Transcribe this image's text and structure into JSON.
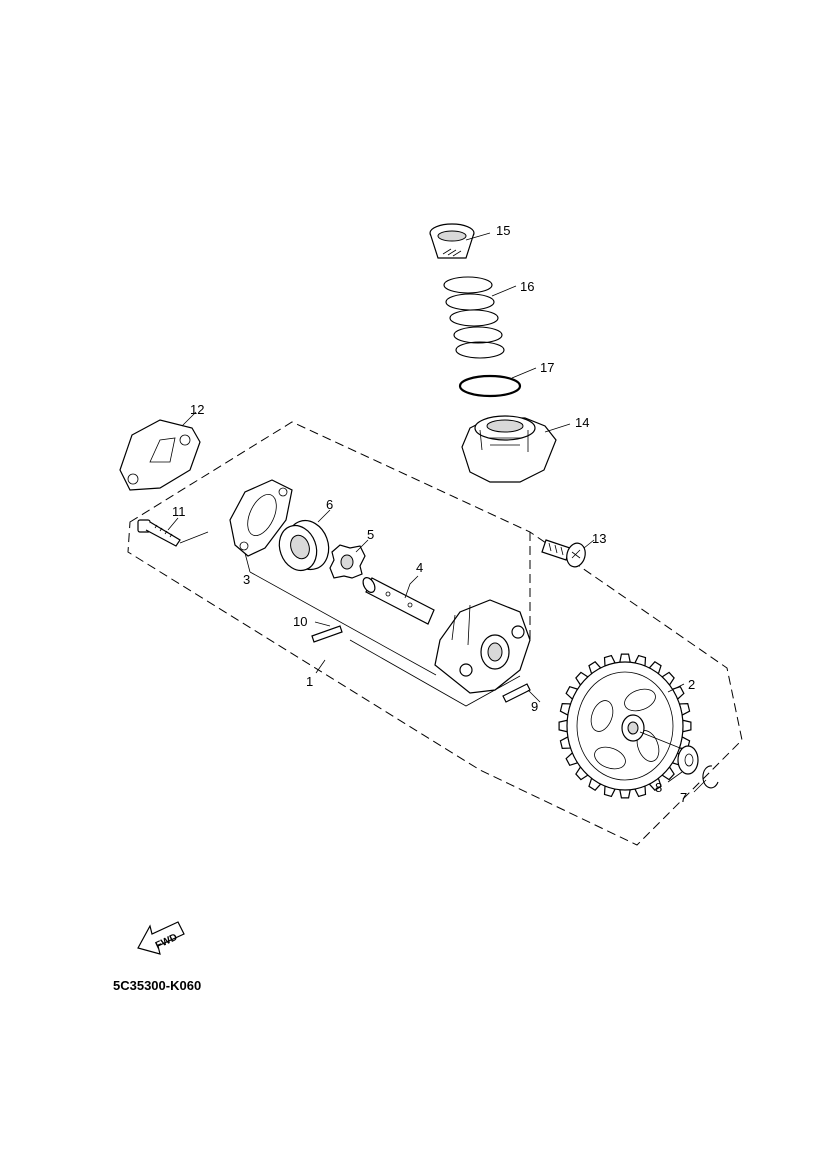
{
  "callouts": {
    "c1": "1",
    "c2": "2",
    "c3": "3",
    "c4": "4",
    "c5": "5",
    "c6": "6",
    "c7": "7",
    "c8": "8",
    "c9": "9",
    "c10": "10",
    "c11": "11",
    "c12": "12",
    "c13": "13",
    "c14": "14",
    "c15": "15",
    "c16": "16",
    "c17": "17"
  },
  "fwd_label": "FWD",
  "diagram_code": "5C35300-K060"
}
